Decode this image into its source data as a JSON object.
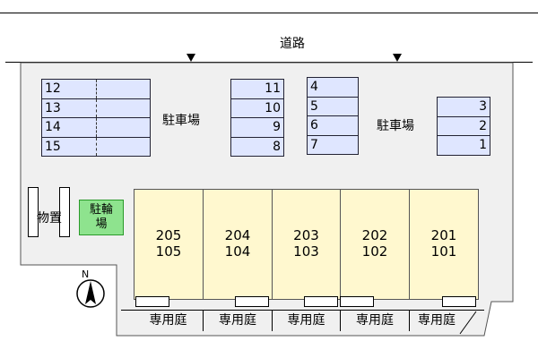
{
  "road": {
    "label": "道路"
  },
  "parking": {
    "label": "駐車場"
  },
  "left_block": [
    {
      "num": "12"
    },
    {
      "num": "13"
    },
    {
      "num": "14"
    },
    {
      "num": "15"
    }
  ],
  "center_left_block": [
    {
      "num": "11"
    },
    {
      "num": "10"
    },
    {
      "num": "9"
    },
    {
      "num": "8"
    }
  ],
  "center_right_block": [
    {
      "num": "4"
    },
    {
      "num": "5"
    },
    {
      "num": "6"
    },
    {
      "num": "7"
    }
  ],
  "right_block": [
    {
      "num": "3"
    },
    {
      "num": "2"
    },
    {
      "num": "1"
    }
  ],
  "storage": {
    "label": "物置"
  },
  "bicycle": {
    "line1": "駐輪",
    "line2": "場"
  },
  "compass": {
    "label": "N"
  },
  "units": [
    {
      "upper": "205",
      "lower": "105"
    },
    {
      "upper": "204",
      "lower": "104"
    },
    {
      "upper": "203",
      "lower": "103"
    },
    {
      "upper": "202",
      "lower": "102"
    },
    {
      "upper": "201",
      "lower": "101"
    }
  ],
  "garden": {
    "label": "専用庭"
  },
  "colors": {
    "slot_fill": "#dfe6ff",
    "unit_fill": "#fff8cf",
    "bike_fill": "#8ee38e",
    "lot_fill": "#f0f0f0"
  }
}
